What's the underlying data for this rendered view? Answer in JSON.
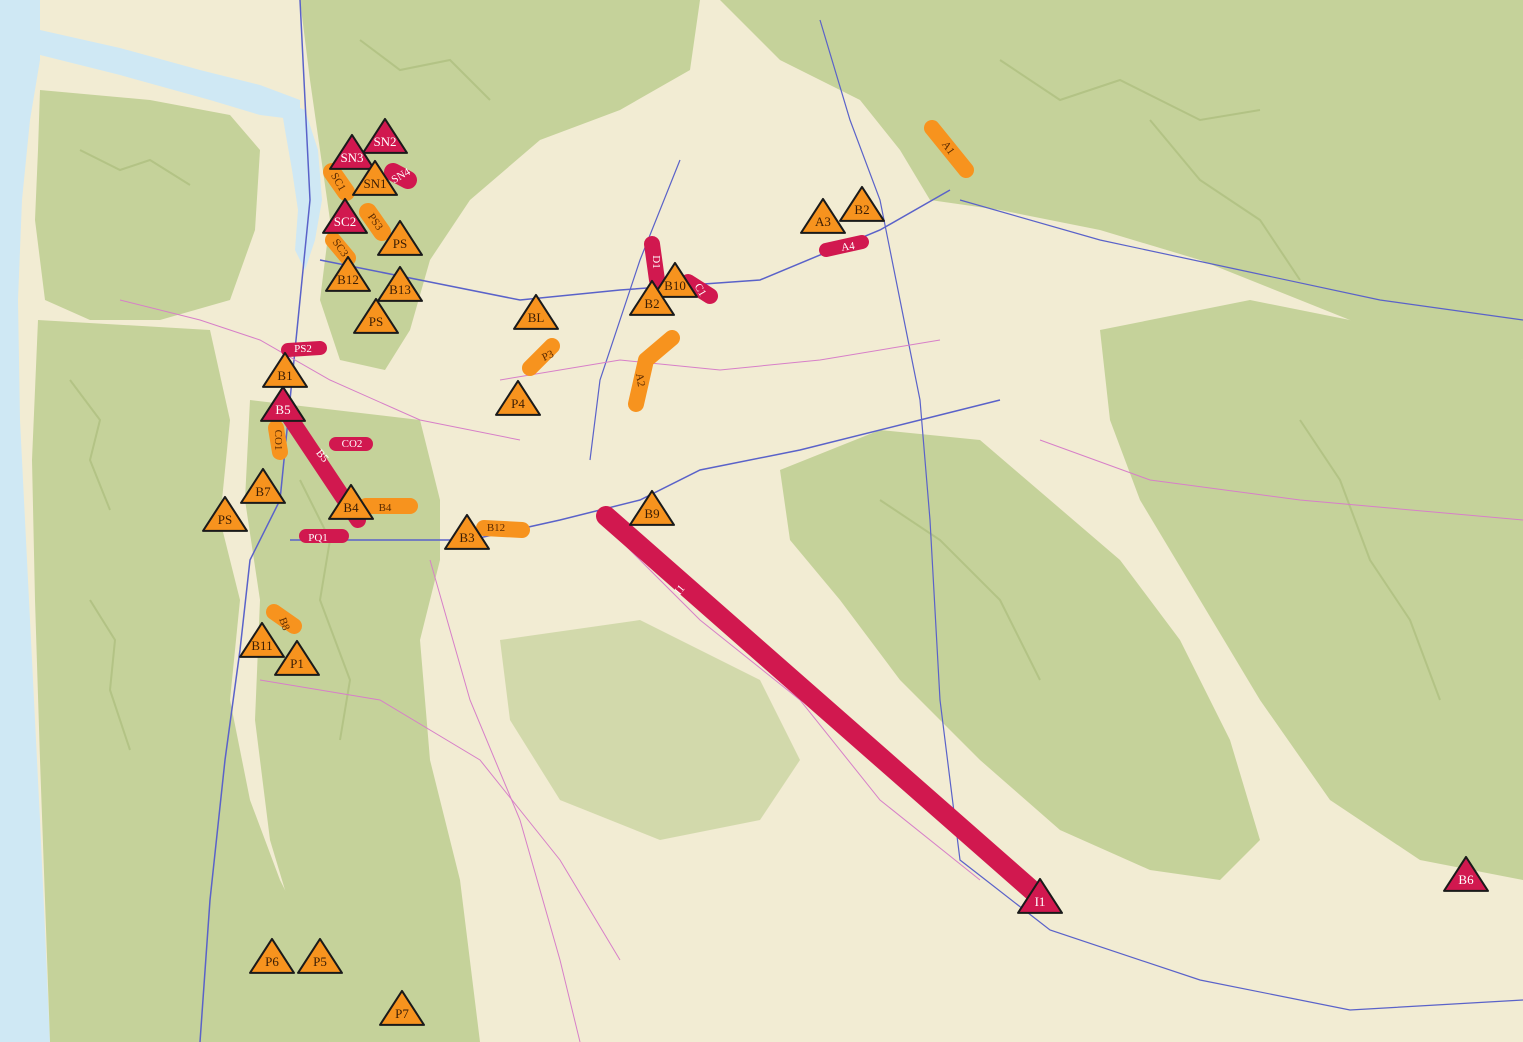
{
  "colors": {
    "water": "#cfe8f4",
    "land": "#f2ecd3",
    "forest": "#c5d29a",
    "forest_dark": "#aebf7f",
    "road_blue": "#5a62c9",
    "road_pink": "#d77fc8",
    "orange": "#f7931e",
    "crimson": "#d1184f",
    "outline": "#1a1a1a"
  },
  "markers": [
    {
      "id": "SN2",
      "color": "crimson"
    },
    {
      "id": "SN3",
      "color": "crimson"
    },
    {
      "id": "SN1",
      "color": "orange"
    },
    {
      "id": "SC2",
      "color": "crimson"
    },
    {
      "id": "PS",
      "color": "orange"
    },
    {
      "id": "B12",
      "color": "orange"
    },
    {
      "id": "B13",
      "color": "orange"
    },
    {
      "id": "PS",
      "color": "orange"
    },
    {
      "id": "B1",
      "color": "orange"
    },
    {
      "id": "B5",
      "color": "crimson"
    },
    {
      "id": "B7",
      "color": "orange"
    },
    {
      "id": "PS",
      "color": "orange"
    },
    {
      "id": "B4",
      "color": "orange"
    },
    {
      "id": "B3",
      "color": "orange"
    },
    {
      "id": "B9",
      "color": "orange"
    },
    {
      "id": "B11",
      "color": "orange"
    },
    {
      "id": "P1",
      "color": "orange"
    },
    {
      "id": "BL",
      "color": "orange"
    },
    {
      "id": "P4",
      "color": "orange"
    },
    {
      "id": "A3",
      "color": "orange"
    },
    {
      "id": "B2",
      "color": "orange"
    },
    {
      "id": "B10",
      "color": "orange"
    },
    {
      "id": "B2",
      "color": "orange"
    },
    {
      "id": "P6",
      "color": "orange"
    },
    {
      "id": "P5",
      "color": "orange"
    },
    {
      "id": "P7",
      "color": "orange"
    },
    {
      "id": "I1",
      "color": "crimson"
    },
    {
      "id": "B6",
      "color": "crimson"
    }
  ],
  "segments": [
    {
      "id": "SC1",
      "color": "orange"
    },
    {
      "id": "SN4",
      "color": "crimson"
    },
    {
      "id": "PS3",
      "color": "orange"
    },
    {
      "id": "SC3",
      "color": "orange"
    },
    {
      "id": "A1",
      "color": "orange"
    },
    {
      "id": "A4",
      "color": "crimson"
    },
    {
      "id": "D1",
      "color": "crimson"
    },
    {
      "id": "C1",
      "color": "crimson"
    },
    {
      "id": "P3",
      "color": "orange"
    },
    {
      "id": "A2",
      "color": "orange"
    },
    {
      "id": "PS2",
      "color": "crimson"
    },
    {
      "id": "CO1",
      "color": "orange"
    },
    {
      "id": "CO2",
      "color": "crimson"
    },
    {
      "id": "B5",
      "color": "crimson"
    },
    {
      "id": "B4",
      "color": "orange"
    },
    {
      "id": "PQ1",
      "color": "crimson"
    },
    {
      "id": "B12",
      "color": "orange"
    },
    {
      "id": "B8",
      "color": "orange"
    },
    {
      "id": "I1",
      "color": "crimson"
    }
  ]
}
